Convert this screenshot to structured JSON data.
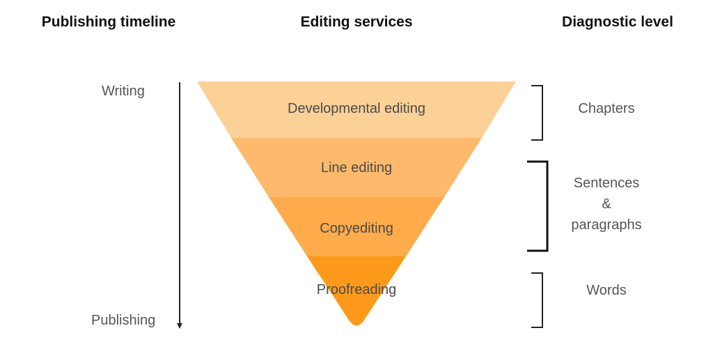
{
  "headers": {
    "timeline": "Publishing timeline",
    "services": "Editing services",
    "diagnostic": "Diagnostic level"
  },
  "timeline": {
    "start": "Writing",
    "end": "Publishing"
  },
  "services": [
    {
      "label": "Developmental editing",
      "color": "#fcd197"
    },
    {
      "label": "Line editing",
      "color": "#fdba6c"
    },
    {
      "label": "Copyediting",
      "color": "#fdab4b"
    },
    {
      "label": "Proofreading",
      "color": "#fd9a1b"
    }
  ],
  "levels": {
    "chapters": "Chapters",
    "sentences_line1": "Sentences",
    "sentences_line2": "&",
    "sentences_line3": "paragraphs",
    "words": "Words"
  }
}
